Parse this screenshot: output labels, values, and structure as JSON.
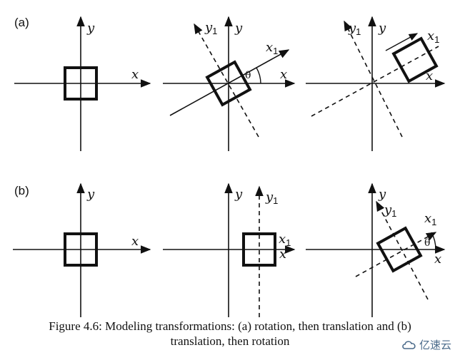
{
  "figure": {
    "rows": [
      {
        "label": "(a)",
        "panels": [
          {
            "axes": {
              "x": "x",
              "y": "y"
            },
            "frame1": null,
            "theta": null
          },
          {
            "axes": {
              "x": "x",
              "y": "y"
            },
            "frame1": {
              "x": "x",
              "x_sub": "1",
              "y": "y",
              "y_sub": "1"
            },
            "theta": "θ"
          },
          {
            "axes": {
              "x": "x",
              "y": "y"
            },
            "frame1": {
              "x": "x",
              "x_sub": "1",
              "y": "y",
              "y_sub": "1"
            },
            "theta": null
          }
        ]
      },
      {
        "label": "(b)",
        "panels": [
          {
            "axes": {
              "x": "x",
              "y": "y"
            },
            "frame1": null,
            "theta": null
          },
          {
            "axes": {
              "x": "x",
              "y": "y"
            },
            "frame1": {
              "x": "x",
              "x_sub": "1",
              "y": "y",
              "y_sub": "1"
            },
            "theta": null
          },
          {
            "axes": {
              "x": "x",
              "y": "y"
            },
            "frame1": {
              "x": "x",
              "x_sub": "1",
              "y": "y",
              "y_sub": "1"
            },
            "theta": "θ"
          }
        ]
      }
    ]
  },
  "caption": {
    "line1": "Figure 4.6: Modeling transformations: (a) rotation, then translation and (b)",
    "line2": "translation, then rotation"
  },
  "watermark": {
    "text": "亿速云",
    "icon": "cloud-logo-icon"
  }
}
